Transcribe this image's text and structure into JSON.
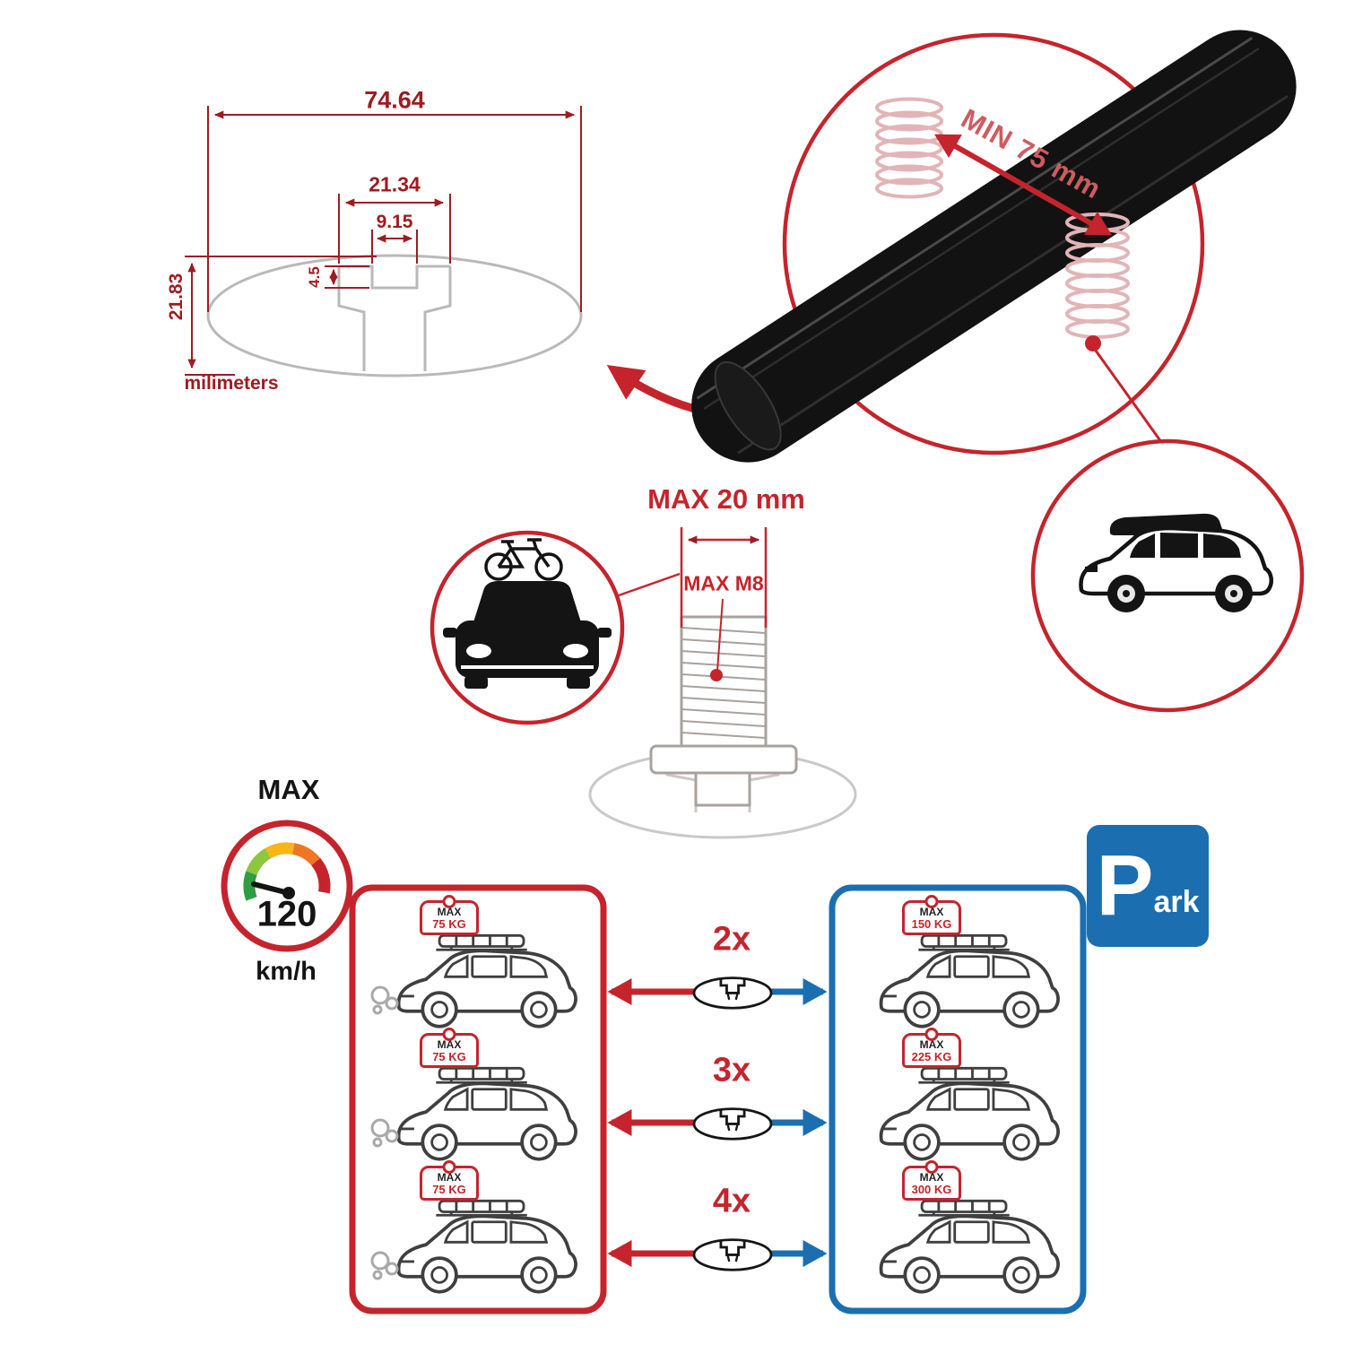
{
  "colors": {
    "dimension_red": "#9d1c21",
    "accent_red": "#c5242c",
    "accent_blue": "#1b6fb0",
    "bar_black": "#121212",
    "sketch_gray": "#b9b9b9",
    "coil_pink": "#e2b4b8"
  },
  "profile_dimensions": {
    "total_width": "74.64",
    "channel_width": "21.34",
    "slot_width": "9.15",
    "slot_depth": "4.5",
    "total_height": "21.83",
    "units_label": "milimeters"
  },
  "crossbar_detail": {
    "min_span_label": "MIN 75 mm"
  },
  "bolt_detail": {
    "max_width_label": "MAX 20 mm",
    "max_thread_label": "MAX M8"
  },
  "speed_gauge": {
    "title": "MAX",
    "value": "120",
    "units": "km/h"
  },
  "park_sign": {
    "initial": "P",
    "rest": "ark"
  },
  "load_rows": [
    {
      "multiplier": "2x",
      "moving_sign": {
        "line1": "MAX",
        "line2": "75 KG"
      },
      "parked_sign": {
        "line1": "MAX",
        "line2": "150 KG"
      }
    },
    {
      "multiplier": "3x",
      "moving_sign": {
        "line1": "MAX",
        "line2": "75 KG"
      },
      "parked_sign": {
        "line1": "MAX",
        "line2": "225 KG"
      }
    },
    {
      "multiplier": "4x",
      "moving_sign": {
        "line1": "MAX",
        "line2": "75 KG"
      },
      "parked_sign": {
        "line1": "MAX",
        "line2": "300 KG"
      }
    }
  ]
}
